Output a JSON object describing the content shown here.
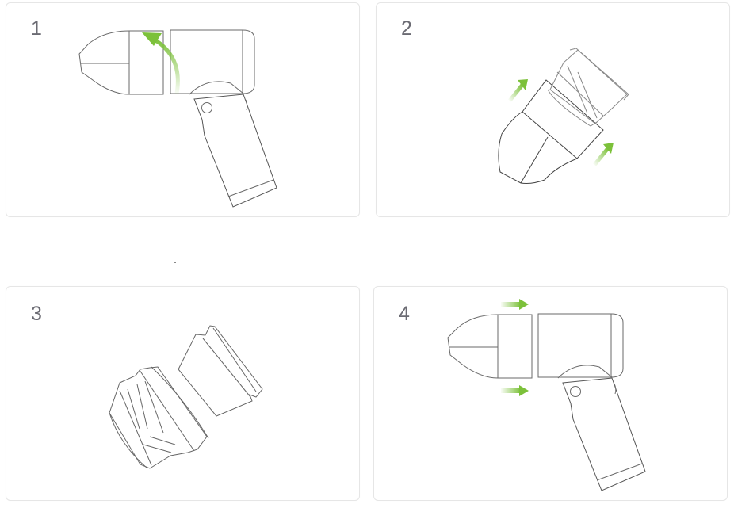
{
  "steps": [
    {
      "number": "1",
      "description_icon": "rotate-dust-cup-icon",
      "arrow_color": "#7cc13a"
    },
    {
      "number": "2",
      "description_icon": "pull-out-filter-icon",
      "arrow_color": "#7cc13a"
    },
    {
      "number": "3",
      "description_icon": "separate-filter-parts-icon"
    },
    {
      "number": "4",
      "description_icon": "reattach-dust-cup-icon",
      "arrow_color": "#7cc13a"
    }
  ],
  "colors": {
    "accent": "#7cc13a",
    "line": "#555555",
    "card_border": "#e6e6e6",
    "number": "#6b6b73"
  }
}
